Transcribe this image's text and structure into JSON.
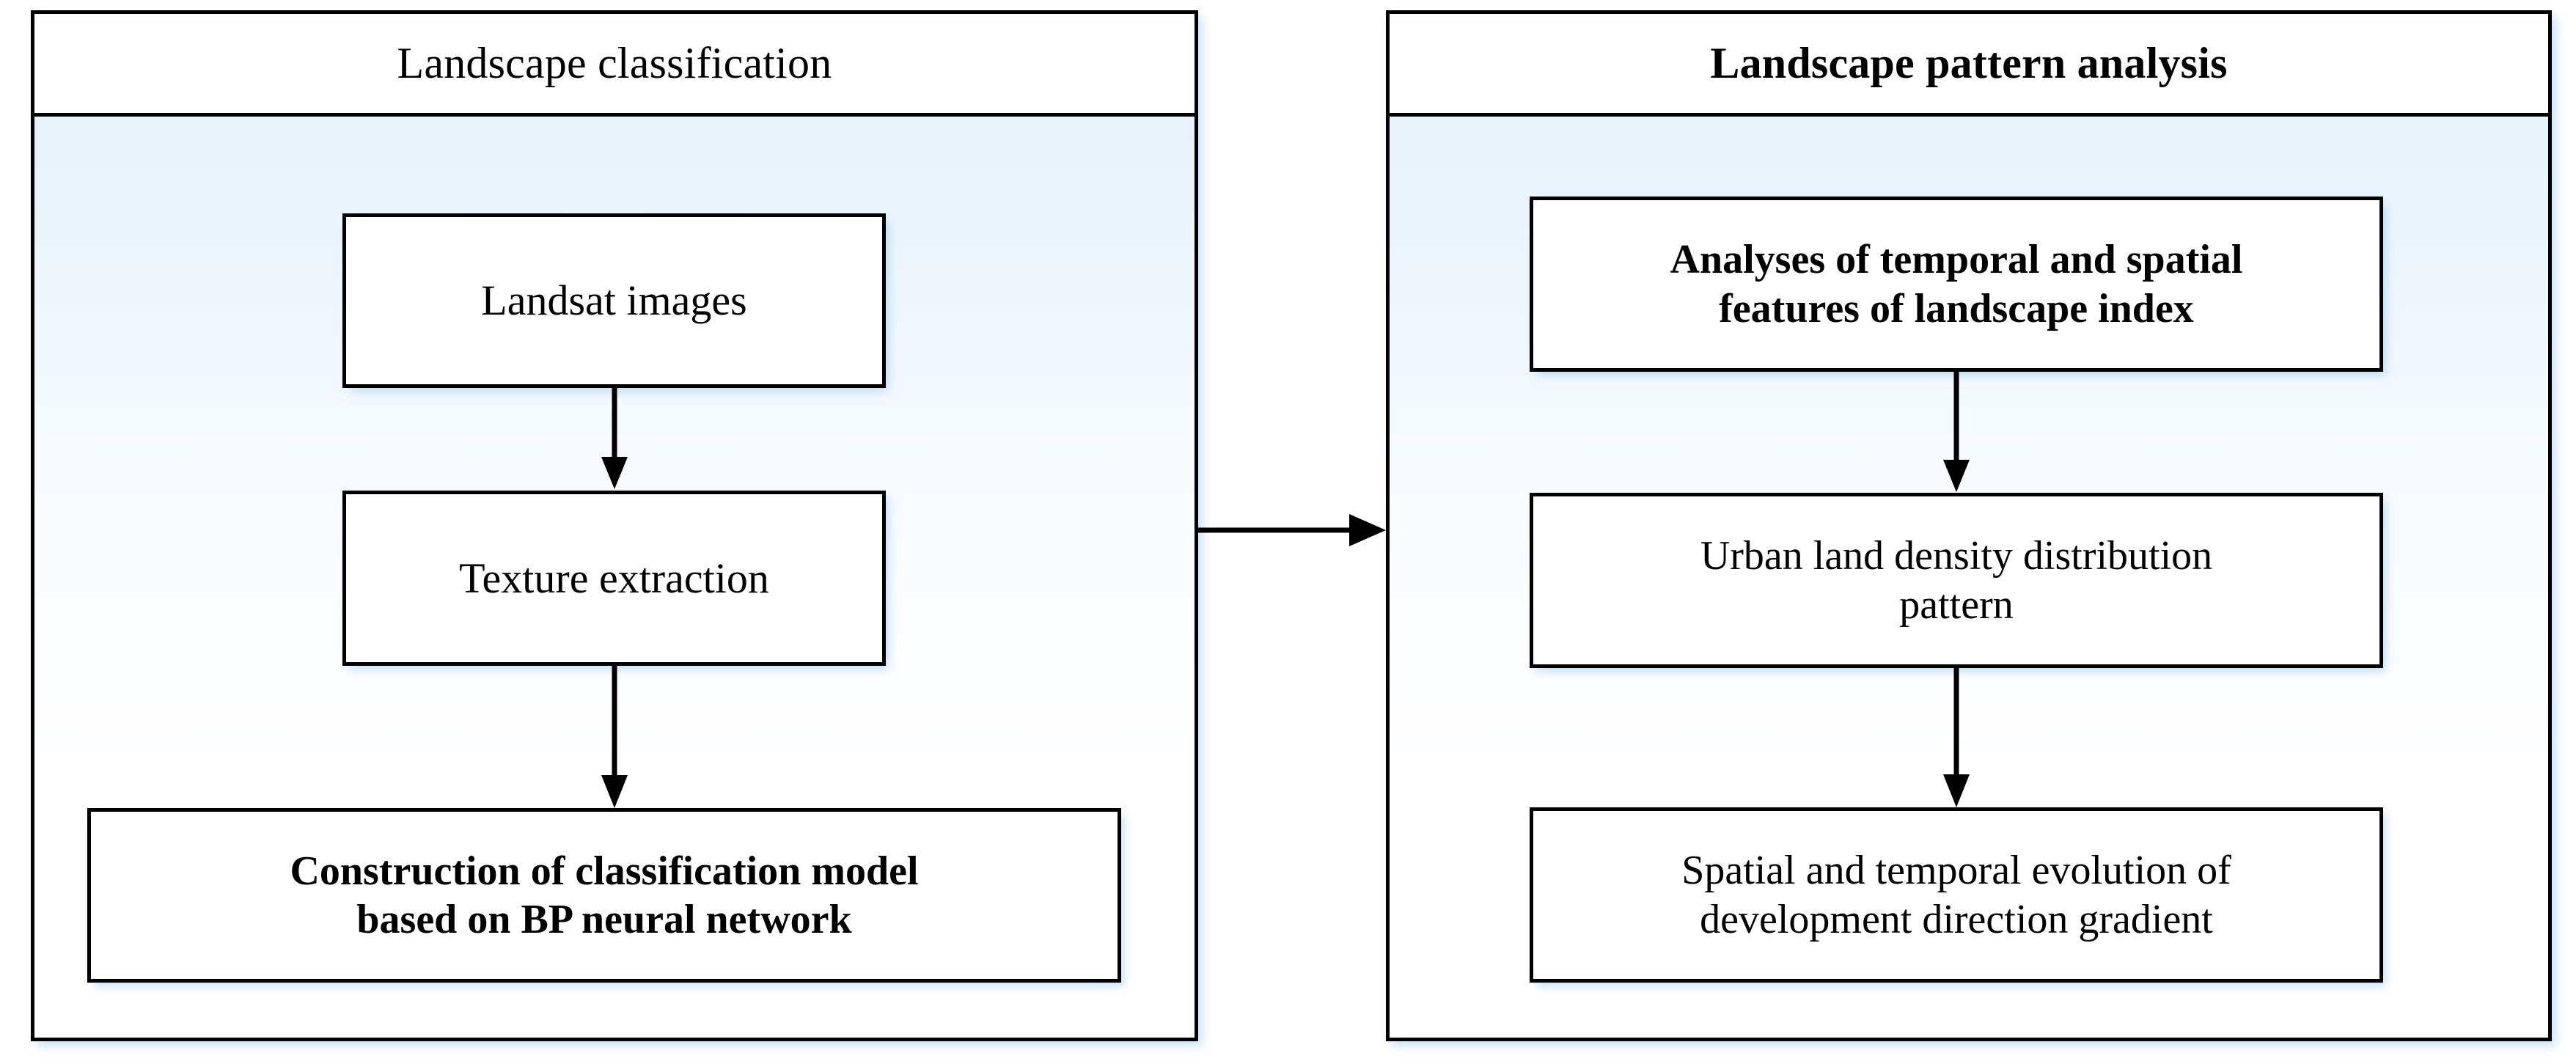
{
  "diagram": {
    "type": "flowchart",
    "orientation": "left-to-right, two grouped stages",
    "background_color": "#ffffff",
    "line_color": "#000000",
    "panel_glow_color": "#dceaf8"
  },
  "panels": [
    {
      "id": "landscape-classification",
      "title": "Landscape classification",
      "title_bold": false,
      "nodes": [
        {
          "id": "landsat-images",
          "label": "Landsat images",
          "bold": false
        },
        {
          "id": "texture-extraction",
          "label": "Texture extraction",
          "bold": false
        },
        {
          "id": "classification-model",
          "label": "Construction of classification model based on BP neural network",
          "line1": "Construction of classification model",
          "line2": "based on BP neural network",
          "bold": true
        }
      ],
      "edges": [
        {
          "from": "landsat-images",
          "to": "texture-extraction",
          "direction": "down"
        },
        {
          "from": "texture-extraction",
          "to": "classification-model",
          "direction": "down"
        }
      ]
    },
    {
      "id": "landscape-pattern-analysis",
      "title": "Landscape pattern analysis",
      "title_bold": true,
      "nodes": [
        {
          "id": "temporal-spatial-features",
          "label": "Analyses of temporal and spatial features of landscape index",
          "line1": "Analyses of temporal and spatial",
          "line2": "features of landscape index",
          "bold": true
        },
        {
          "id": "urban-land-density",
          "label": "Urban land density distribution pattern",
          "line1": "Urban land density distribution",
          "line2": "pattern",
          "bold": false
        },
        {
          "id": "development-gradient",
          "label": "Spatial and temporal evolution of development direction gradient",
          "line1": "Spatial and temporal evolution of",
          "line2": "development direction gradient",
          "bold": false
        }
      ],
      "edges": [
        {
          "from": "temporal-spatial-features",
          "to": "urban-land-density",
          "direction": "down"
        },
        {
          "from": "urban-land-density",
          "to": "development-gradient",
          "direction": "down"
        }
      ]
    }
  ],
  "cross_panel_edge": {
    "from": "landscape-classification",
    "to": "landscape-pattern-analysis",
    "direction": "right"
  }
}
